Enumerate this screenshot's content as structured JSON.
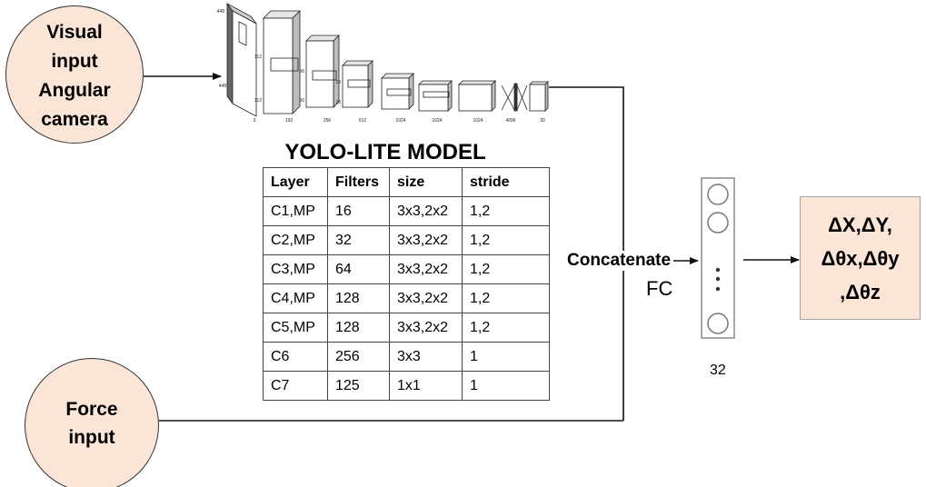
{
  "visual_input": {
    "lines": [
      "Visual",
      "input",
      "Angular",
      "camera"
    ]
  },
  "yolo_figure": {
    "side_labels": [
      "448",
      "448",
      "112",
      "112",
      "56",
      "56",
      "28",
      "28"
    ],
    "depth_labels": [
      "3",
      "192",
      "256",
      "512",
      "1024",
      "1024",
      "1024",
      "4096",
      "30"
    ]
  },
  "model_table": {
    "title": "YOLO-LITE MODEL",
    "headers": [
      "Layer",
      "Filters",
      "size",
      "stride"
    ],
    "rows": [
      [
        "C1,MP",
        "16",
        "3x3,2x2",
        "1,2"
      ],
      [
        "C2,MP",
        "32",
        "3x3,2x2",
        "1,2"
      ],
      [
        "C3,MP",
        "64",
        "3x3,2x2",
        "1,2"
      ],
      [
        "C4,MP",
        "128",
        "3x3,2x2",
        "1,2"
      ],
      [
        "C5,MP",
        "128",
        "3x3,2x2",
        "1,2"
      ],
      [
        "C6",
        "256",
        "3x3",
        "1"
      ],
      [
        "C7",
        "125",
        "1x1",
        "1"
      ]
    ]
  },
  "concatenate": {
    "label": "Concatenate"
  },
  "fc": {
    "label": "FC",
    "size": "32"
  },
  "output": {
    "lines": [
      "ΔX,ΔY,",
      "Δθx,Δθy",
      ",Δθz"
    ]
  },
  "force_input": {
    "lines": [
      "Force",
      "input"
    ]
  },
  "colors": {
    "node_fill": "#fbe5d6",
    "line": "#111111",
    "box_border": "#a6a6a6"
  }
}
